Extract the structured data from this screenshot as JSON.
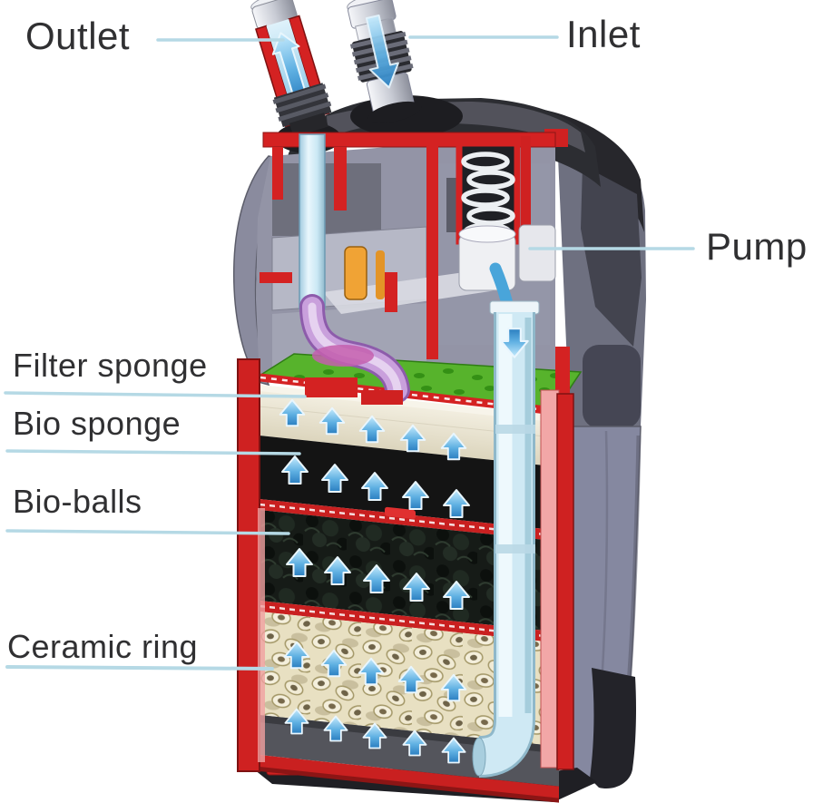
{
  "figure": {
    "type": "cutaway-diagram",
    "subject": "External aquarium canister filter cross-section",
    "labels": [
      {
        "id": "outlet",
        "text": "Outlet",
        "points_to": "outlet pipe at top left"
      },
      {
        "id": "inlet",
        "text": "Inlet",
        "points_to": "inlet fitting at top right"
      },
      {
        "id": "pump",
        "text": "Pump",
        "points_to": "pump housing in filter head"
      },
      {
        "id": "filter_sponge",
        "text": "Filter sponge",
        "points_to": "cream sponge layer under green tray"
      },
      {
        "id": "bio_sponge",
        "text": "Bio sponge",
        "points_to": "black sponge layer"
      },
      {
        "id": "bio_balls",
        "text": "Bio-balls",
        "points_to": "dark bio-ball media layer"
      },
      {
        "id": "ceramic_ring",
        "text": "Ceramic ring",
        "points_to": "cream ceramic ring media layer"
      }
    ],
    "colors": {
      "leader_line": "#b5d9e5",
      "label_text": "#303032",
      "cutaway_red": "#cf2121",
      "body_gray": "#8588a0",
      "head_gray": "#6e7080",
      "black_trim": "#27272c",
      "tray_green": "#57b32c",
      "sponge_cream": "#ece6d4",
      "sponge_black": "#141414",
      "bio_balls_dark": "#161b17",
      "ceramic_cream": "#e8e0c2",
      "flow_arrow_blue": "#3f9ad4",
      "pipe_blue": "#cfe9f4",
      "impeller_lavender": "#c9a0dc",
      "pump_part_orange": "#f0a335"
    },
    "flow": {
      "inlet_direction": "down",
      "media_direction": "up",
      "outlet_direction": "up"
    }
  }
}
